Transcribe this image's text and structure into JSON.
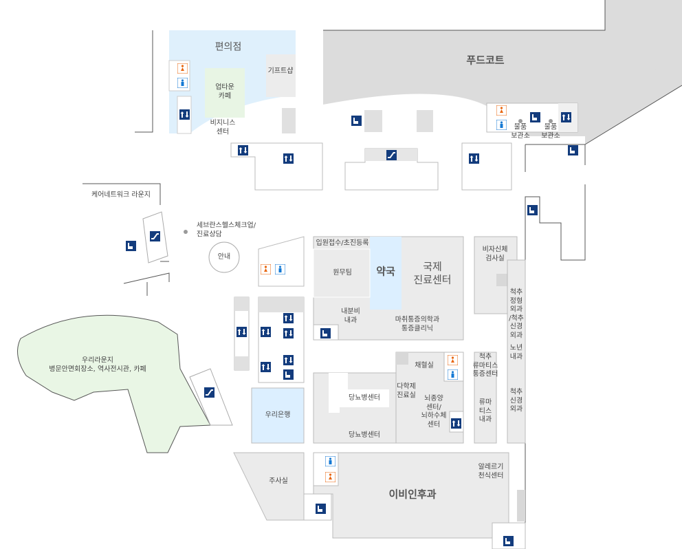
{
  "colors": {
    "room_gray": "#ebebeb",
    "food_court": "#dcdcdc",
    "dark_gray": "#d2d2d2",
    "light_blue": "#dff0fc",
    "pharmacy_blue": "#dcefff",
    "light_green": "#e8f5e4",
    "lounge_green": "#e9f6e5",
    "line": "#555555",
    "icon_navy": "#133c7d",
    "icon_blue": "#1479d4",
    "icon_orange": "#e8640c"
  },
  "labels": {
    "convenience_store": "편의점",
    "gift_shop": "기프트샵",
    "uptown_cafe": "업타운\n카페",
    "business_center": "비지니스\n센터",
    "food_court": "푸드코트",
    "storage_1": "물품\n보관소",
    "storage_2": "물품\n보관소",
    "carenetwork_lounge": "케어네트워크 라운지",
    "severance_checkup": "세브란스헬스체크업/\n진료상담",
    "info_desk": "안내",
    "registration": "입원접수/초진등록",
    "pharmacy": "약국",
    "international_center": "국제\n진료센터",
    "wonmuting": "원무팀",
    "endocrinology": "내분비\n내과",
    "anesthesia_pain_clinic": "마취통증의학과\n통증클리닉",
    "body_scan": "비자신체\n검사실",
    "spine_ortho": "척추\n정형\n외과\n/척추\n신경\n외과",
    "geriatric": "노년\n내과",
    "spine_neuro": "척추\n신경\n외과",
    "woori_lounge": "우리라운지\n병문안면회장소, 역사전시관, 카페",
    "woori_bank": "우리은행",
    "diabetes_center_1": "당뇨병센터",
    "diabetes_center_2": "당뇨병센터",
    "blood_collection": "채혈실",
    "multidisciplinary": "다학제\n진료실",
    "brain_tumor_center": "뇌종양\n센터/\n뇌하수체\n센터",
    "rheumatism_center": "척추\n류마티스\n통증센터",
    "rheumatology": "류마\n티스\n내과",
    "injection_room": "주사실",
    "ent": "이비인후과",
    "allergy_center": "알레르기\n천식센터"
  },
  "icons": [
    {
      "name": "womens-restroom-icon",
      "type": "restroom-female"
    },
    {
      "name": "mens-restroom-icon",
      "type": "restroom-male"
    },
    {
      "name": "elevator-icon",
      "type": "elevator"
    },
    {
      "name": "stairs-icon",
      "type": "stairs"
    },
    {
      "name": "escalator-icon",
      "type": "escalator"
    }
  ]
}
